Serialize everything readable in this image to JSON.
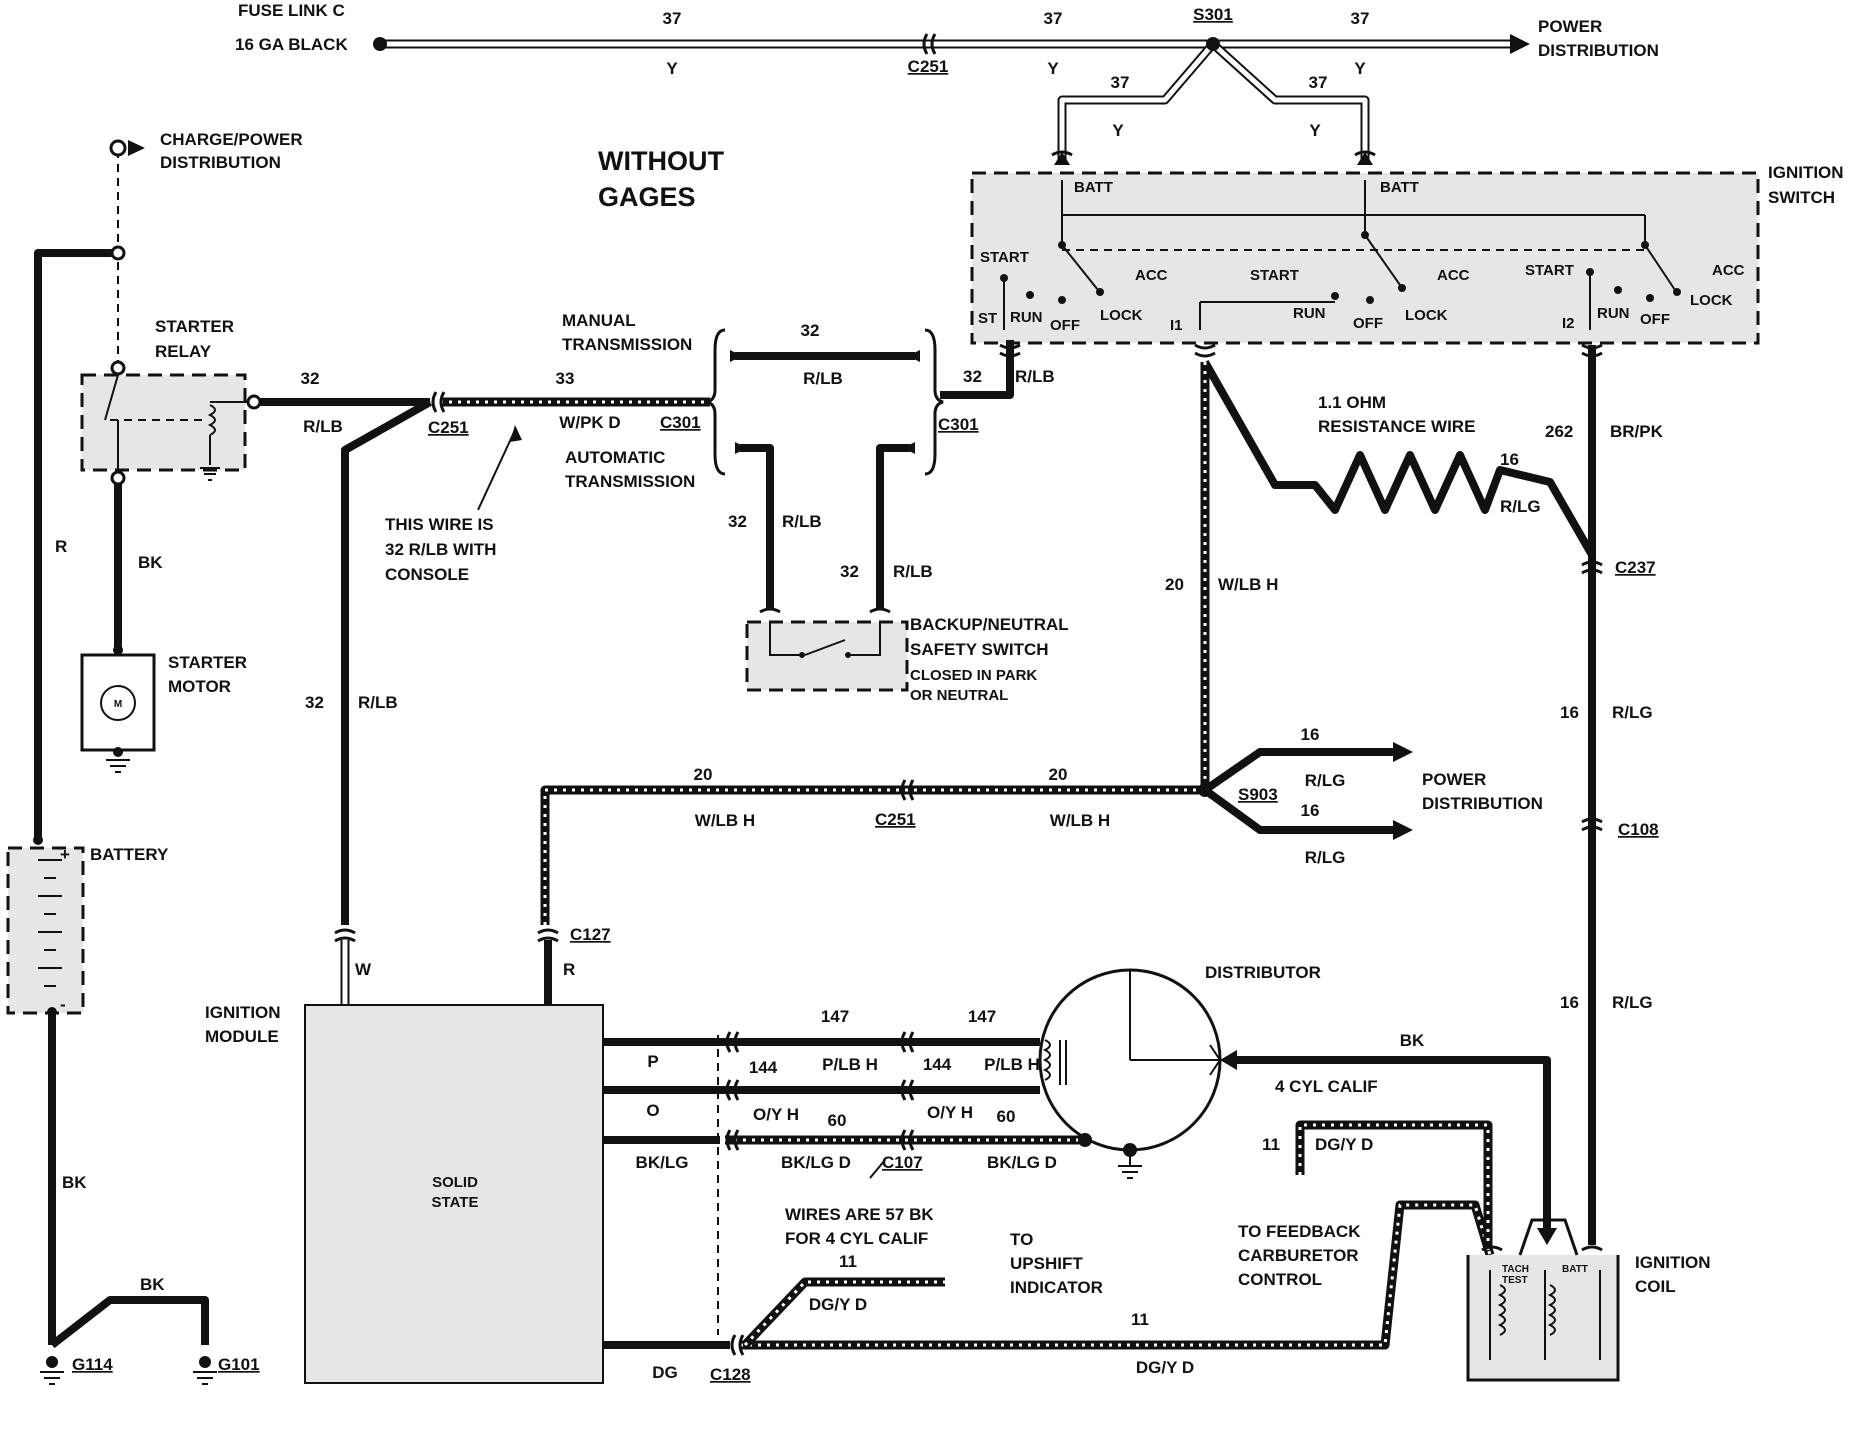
{
  "header": {
    "fuse_link_title": "FUSE LINK C",
    "fuse_link_sub": "16 GA BLACK",
    "without_gages_1": "WITHOUT",
    "without_gages_2": "GAGES"
  },
  "components": {
    "charge_power_1": "CHARGE/POWER",
    "charge_power_2": "DISTRIBUTION",
    "power_dist_top_1": "POWER",
    "power_dist_top_2": "DISTRIBUTION",
    "ignition_switch_1": "IGNITION",
    "ignition_switch_2": "SWITCH",
    "starter_relay_1": "STARTER",
    "starter_relay_2": "RELAY",
    "starter_motor_1": "STARTER",
    "starter_motor_2": "MOTOR",
    "motor_symbol": "M",
    "battery": "BATTERY",
    "batt_plus": "+",
    "batt_minus": "-",
    "backup_switch_1": "BACKUP/NEUTRAL",
    "backup_switch_2": "SAFETY SWITCH",
    "backup_note_1": "CLOSED IN PARK",
    "backup_note_2": "OR NEUTRAL",
    "manual_trans_1": "MANUAL",
    "manual_trans_2": "TRANSMISSION",
    "auto_trans_1": "AUTOMATIC",
    "auto_trans_2": "TRANSMISSION",
    "resistance_1": "1.1 OHM",
    "resistance_2": "RESISTANCE WIRE",
    "power_dist_mid_1": "POWER",
    "power_dist_mid_2": "DISTRIBUTION",
    "distributor": "DISTRIBUTOR",
    "ignition_module_1": "IGNITION",
    "ignition_module_2": "MODULE",
    "solid_state_1": "SOLID",
    "solid_state_2": "STATE",
    "ignition_coil_1": "IGNITION",
    "ignition_coil_2": "COIL",
    "coil_tach_1": "TACH",
    "coil_tach_2": "TEST",
    "coil_batt": "BATT",
    "feedback_1": "TO FEEDBACK",
    "feedback_2": "CARBURETOR",
    "feedback_3": "CONTROL",
    "upshift_1": "TO",
    "upshift_2": "UPSHIFT",
    "upshift_3": "INDICATOR"
  },
  "notes": {
    "wire_note_1": "THIS WIRE IS",
    "wire_note_2": "32 R/LB WITH",
    "wire_note_3": "CONSOLE",
    "wires_note_1": "WIRES ARE 57 BK",
    "wires_note_2": "FOR 4 CYL CALIF",
    "four_cyl_calif": "4 CYL CALIF"
  },
  "switch_labels": {
    "batt": "BATT",
    "start": "START",
    "acc": "ACC",
    "lock": "LOCK",
    "run": "RUN",
    "off": "OFF",
    "st": "ST",
    "i1": "I1",
    "i2": "I2"
  },
  "connectors": {
    "c251": "C251",
    "s301": "S301",
    "c301": "C301",
    "c237": "C237",
    "s903": "S903",
    "c108": "C108",
    "c127": "C127",
    "c107": "C107",
    "c128": "C128",
    "g114": "G114",
    "g101": "G101"
  },
  "circuits": {
    "c37": "37",
    "c32": "32",
    "c33": "33",
    "c20": "20",
    "c16": "16",
    "c262": "262",
    "c147": "147",
    "c144": "144",
    "c60": "60",
    "c11": "11"
  },
  "colors": {
    "y": "Y",
    "rlb": "R/LB",
    "wpkd": "W/PK D",
    "rlg": "R/LG",
    "brpk": "BR/PK",
    "wlbh": "W/LB H",
    "r": "R",
    "bk": "BK",
    "w": "W",
    "p": "P",
    "o": "O",
    "bklg": "BK/LG",
    "plbh": "P/LB H",
    "oyh": "O/Y H",
    "bklgd": "BK/LG D",
    "dg": "DG",
    "dgyd": "DG/Y D"
  },
  "palette": {
    "ink": "#111111",
    "paper": "#ffffff",
    "stipple": "#e6e6e6"
  }
}
